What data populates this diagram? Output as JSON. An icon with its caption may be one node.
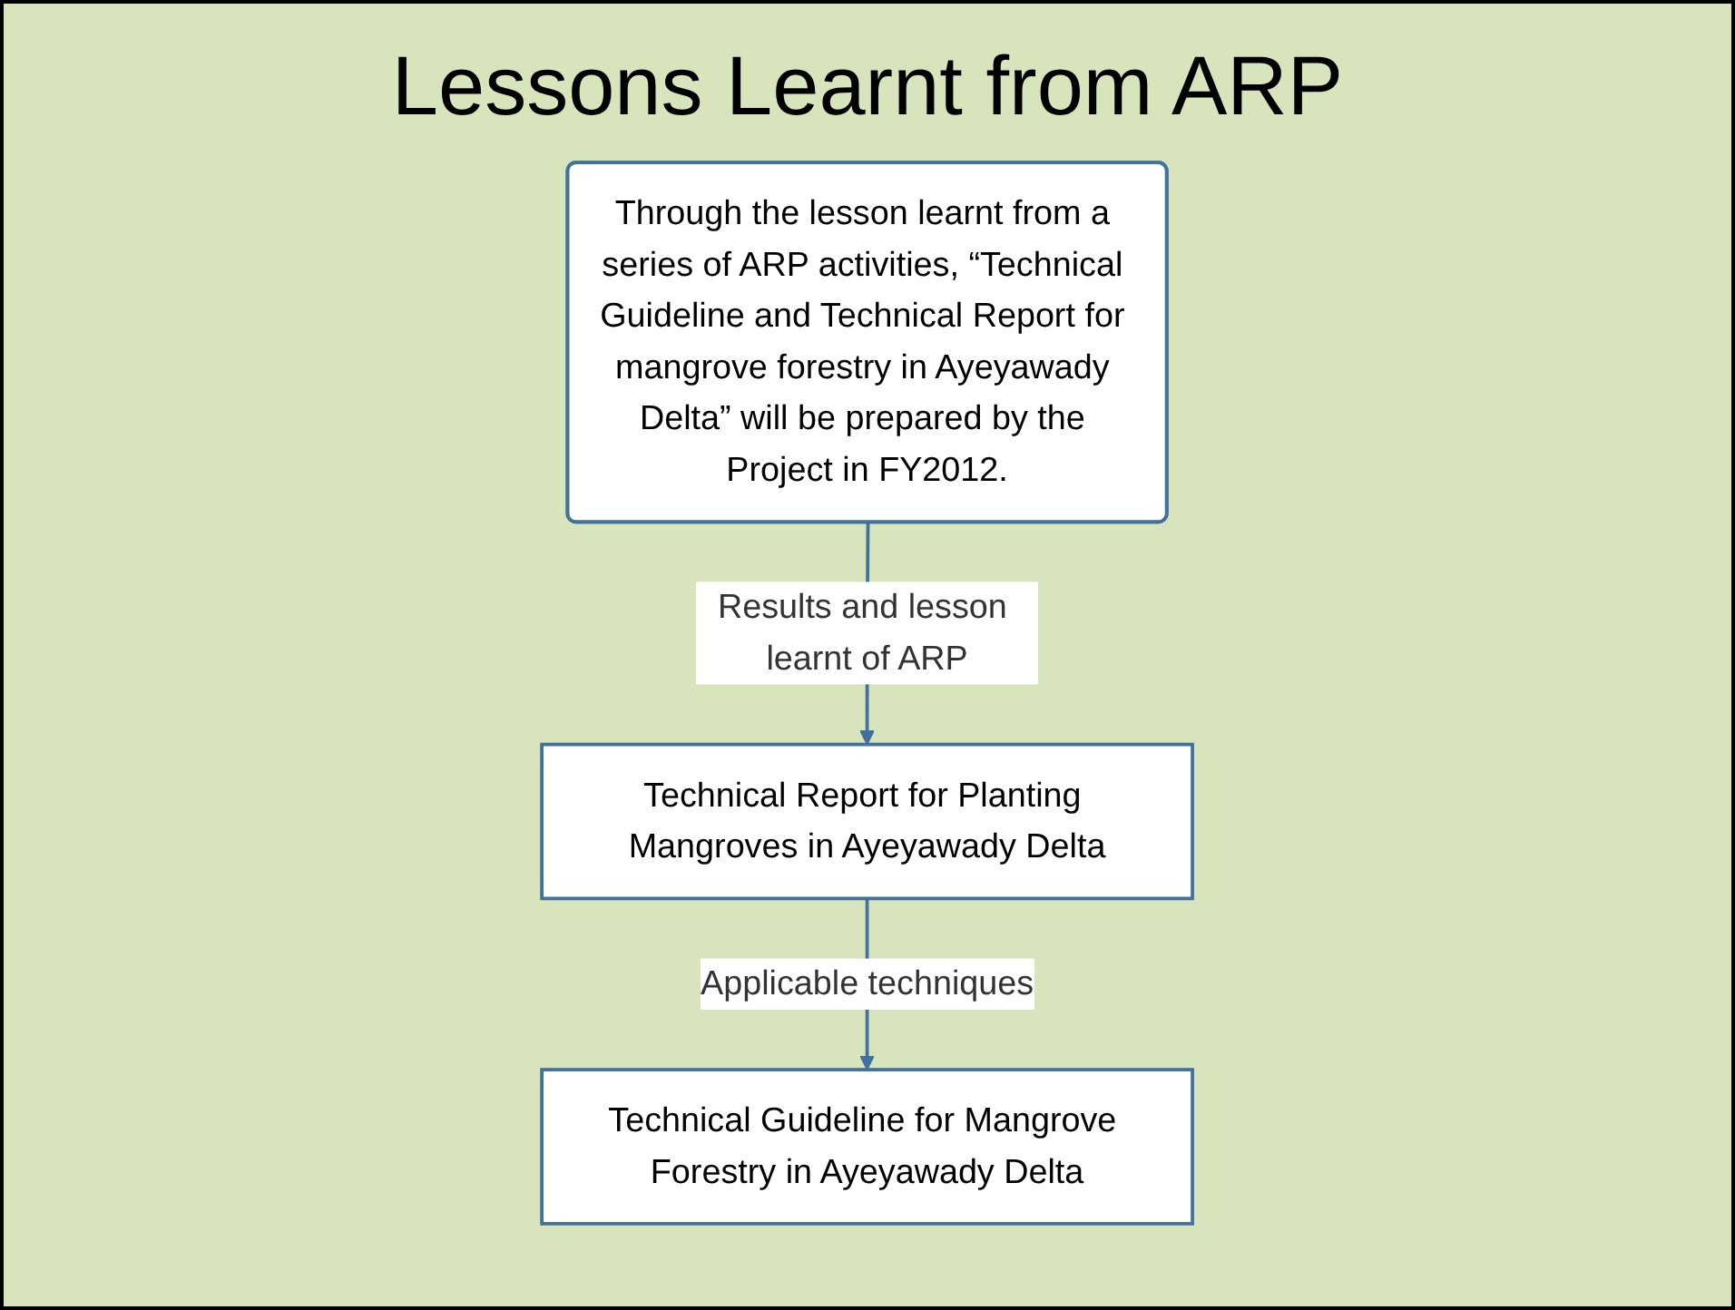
{
  "diagram": {
    "title": "Lessons Learnt from ARP",
    "nodes": [
      {
        "text": [
          "Through the lesson learnt from a series of ARP activities, “Technical Guideline and Technical Report for mangrove forestry in Ayeyawady Delta” will be prepared by the Project in FY2012."
        ]
      },
      {
        "text": [
          "Technical Report for Planting Mangroves in Ayeyawady Delta"
        ]
      },
      {
        "text": [
          "Technical Guideline for Mangrove Forestry in Ayeyawady Delta"
        ]
      }
    ],
    "edges": [
      {
        "from": 0,
        "to": 1,
        "arrow": "to",
        "label": "Results and lesson learnt of ARP"
      },
      {
        "from": 1,
        "to": 2,
        "arrow": "to",
        "label": "Applicable techniques"
      }
    ]
  }
}
